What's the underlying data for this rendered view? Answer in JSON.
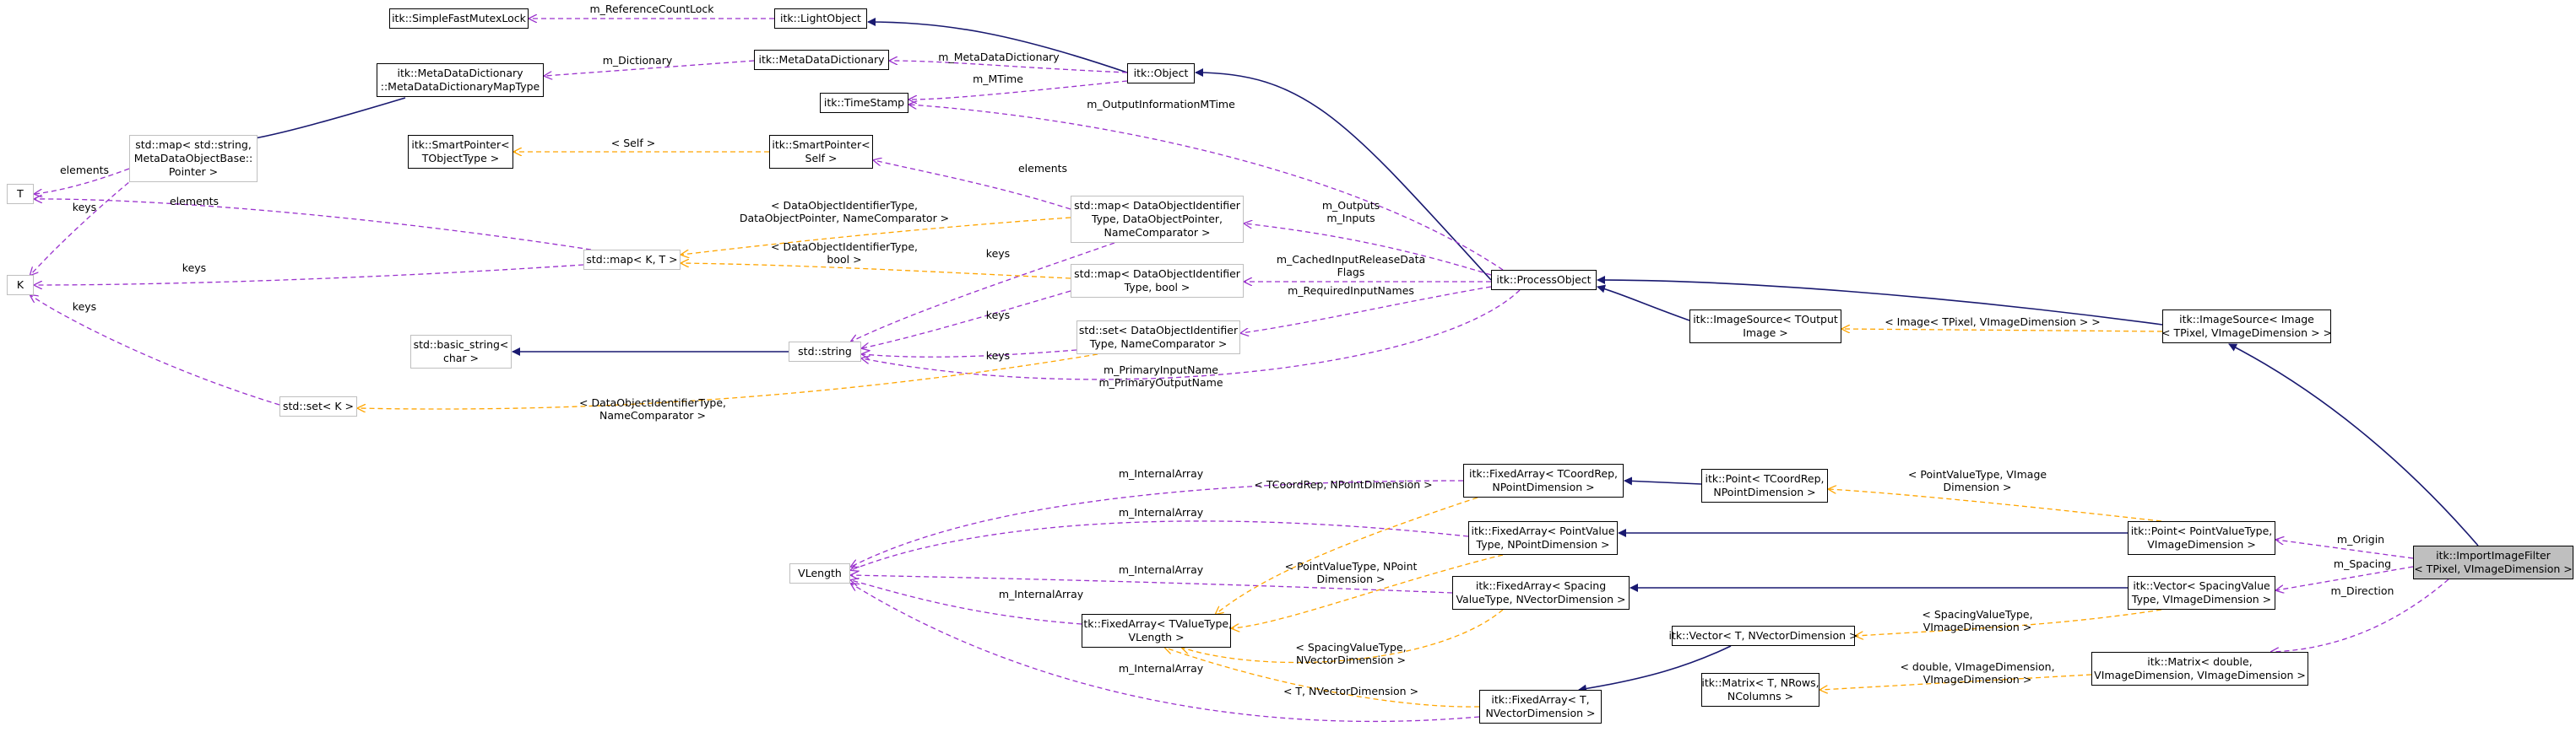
{
  "nodes": {
    "SimpleFastMutexLock": [
      "itk::SimpleFastMutexLock"
    ],
    "LightObject": [
      "itk::LightObject"
    ],
    "MetaDataDictionaryMapType": [
      "itk::MetaDataDictionary",
      "::MetaDataDictionaryMapType"
    ],
    "MetaDataDictionary": [
      "itk::MetaDataDictionary"
    ],
    "Object": [
      "itk::Object"
    ],
    "TimeStamp": [
      "itk::TimeStamp"
    ],
    "MapStringMeta": [
      "std::map< std::string,",
      "MetaDataObjectBase::",
      "Pointer >"
    ],
    "SmartPointerTObject": [
      "itk::SmartPointer<",
      "TObjectType >"
    ],
    "SmartPointerSelf": [
      "itk::SmartPointer<",
      "Self >"
    ],
    "T": [
      "T"
    ],
    "K": [
      "K"
    ],
    "MapDataObjectPointer": [
      "std::map< DataObjectIdentifier",
      "Type, DataObjectPointer,",
      "NameComparator >"
    ],
    "MapKT": [
      "std::map< K, T >"
    ],
    "MapDataObjectBool": [
      "std::map< DataObjectIdentifier",
      "Type, bool >"
    ],
    "ProcessObject": [
      "itk::ProcessObject"
    ],
    "BasicString": [
      "std::basic_string<",
      "char >"
    ],
    "StdString": [
      "std::string"
    ],
    "SetDataObject": [
      "std::set< DataObjectIdentifier",
      "Type, NameComparator >"
    ],
    "ImageSourceTOutput": [
      "itk::ImageSource< TOutput",
      "Image >"
    ],
    "ImageSourceImage": [
      "itk::ImageSource< Image",
      "< TPixel, VImageDimension > >"
    ],
    "SetK": [
      "std::set< K >"
    ],
    "FixedArrayCoordRep": [
      "itk::FixedArray< TCoordRep,",
      "NPointDimension >"
    ],
    "PointTCoordRep": [
      "itk::Point< TCoordRep,",
      "NPointDimension >"
    ],
    "VLength": [
      "VLength"
    ],
    "FixedArrayPointValue": [
      "itk::FixedArray< PointValue",
      "Type, NPointDimension >"
    ],
    "PointPointValue": [
      "itk::Point< PointValueType,",
      "VImageDimension >"
    ],
    "ImportImageFilter": [
      "itk::ImportImageFilter",
      "< TPixel, VImageDimension >"
    ],
    "FixedArraySpacing": [
      "itk::FixedArray< Spacing",
      "ValueType, NVectorDimension >"
    ],
    "VectorSpacing": [
      "itk::Vector< SpacingValue",
      "Type, VImageDimension >"
    ],
    "FixedArrayTValue": [
      "itk::FixedArray< TValueType,",
      "VLength >"
    ],
    "VectorT": [
      "itk::Vector< T, NVectorDimension >"
    ],
    "MatrixDouble": [
      "itk::Matrix< double,",
      "VImageDimension, VImageDimension >"
    ],
    "MatrixT": [
      "itk::Matrix< T, NRows,",
      "NColumns >"
    ],
    "FixedArrayT": [
      "itk::FixedArray< T,",
      "NVectorDimension >"
    ]
  },
  "edge_labels": {
    "m_ReferenceCountLock": [
      "m_ReferenceCountLock"
    ],
    "m_Dictionary": [
      "m_Dictionary"
    ],
    "m_MetaDataDictionary": [
      "m_MetaDataDictionary"
    ],
    "m_MTime": [
      "m_MTime"
    ],
    "m_OutputInformationMTime": [
      "m_OutputInformationMTime"
    ],
    "self": [
      "< Self >"
    ],
    "elements_smart": [
      "elements"
    ],
    "elements_t1": [
      "elements"
    ],
    "elements_t2": [
      "elements"
    ],
    "keys_k1": [
      "keys"
    ],
    "keys_k2": [
      "keys"
    ],
    "keys_k3": [
      "keys"
    ],
    "templ_map_ptr": [
      "< DataObjectIdentifierType,",
      "DataObjectPointer, NameComparator >"
    ],
    "templ_map_bool": [
      "< DataObjectIdentifierType,",
      "bool >"
    ],
    "outputs_inputs": [
      "m_Outputs",
      "m_Inputs"
    ],
    "cached": [
      "m_CachedInputReleaseData",
      "Flags"
    ],
    "required": [
      "m_RequiredInputNames"
    ],
    "keys_s1": [
      "keys"
    ],
    "keys_s2": [
      "keys"
    ],
    "keys_s3": [
      "keys"
    ],
    "primary": [
      "m_PrimaryInputName",
      "m_PrimaryOutputName"
    ],
    "templ_set": [
      "< DataObjectIdentifierType,",
      "NameComparator >"
    ],
    "templ_image": [
      "< Image< TPixel, VImageDimension > >"
    ],
    "ia1": [
      "m_InternalArray"
    ],
    "ia2": [
      "m_InternalArray"
    ],
    "ia3": [
      "m_InternalArray"
    ],
    "ia4": [
      "m_InternalArray"
    ],
    "ia5": [
      "m_InternalArray"
    ],
    "templ_coordrep": [
      "< TCoordRep, NPointDimension >"
    ],
    "templ_pointvalue": [
      "< PointValueType, NPoint",
      "Dimension >"
    ],
    "templ_spacing": [
      "< SpacingValueType,",
      "NVectorDimension >"
    ],
    "templ_t_nvector": [
      "< T, NVectorDimension >"
    ],
    "templ_point_vimage": [
      "< PointValueType, VImage",
      "Dimension >"
    ],
    "templ_spacing_vimage": [
      "< SpacingValueType,",
      "VImageDimension >"
    ],
    "templ_double": [
      "< double, VImageDimension,",
      "VImageDimension >"
    ],
    "m_Origin": [
      "m_Origin"
    ],
    "m_Spacing": [
      "m_Spacing"
    ],
    "m_Direction": [
      "m_Direction"
    ]
  },
  "colors": {
    "inheritance": "#191970",
    "usage": "#9a32cd",
    "template": "#ffa500",
    "grey_border": "#bfbfbf",
    "focus_fill": "#bfbfbf"
  }
}
